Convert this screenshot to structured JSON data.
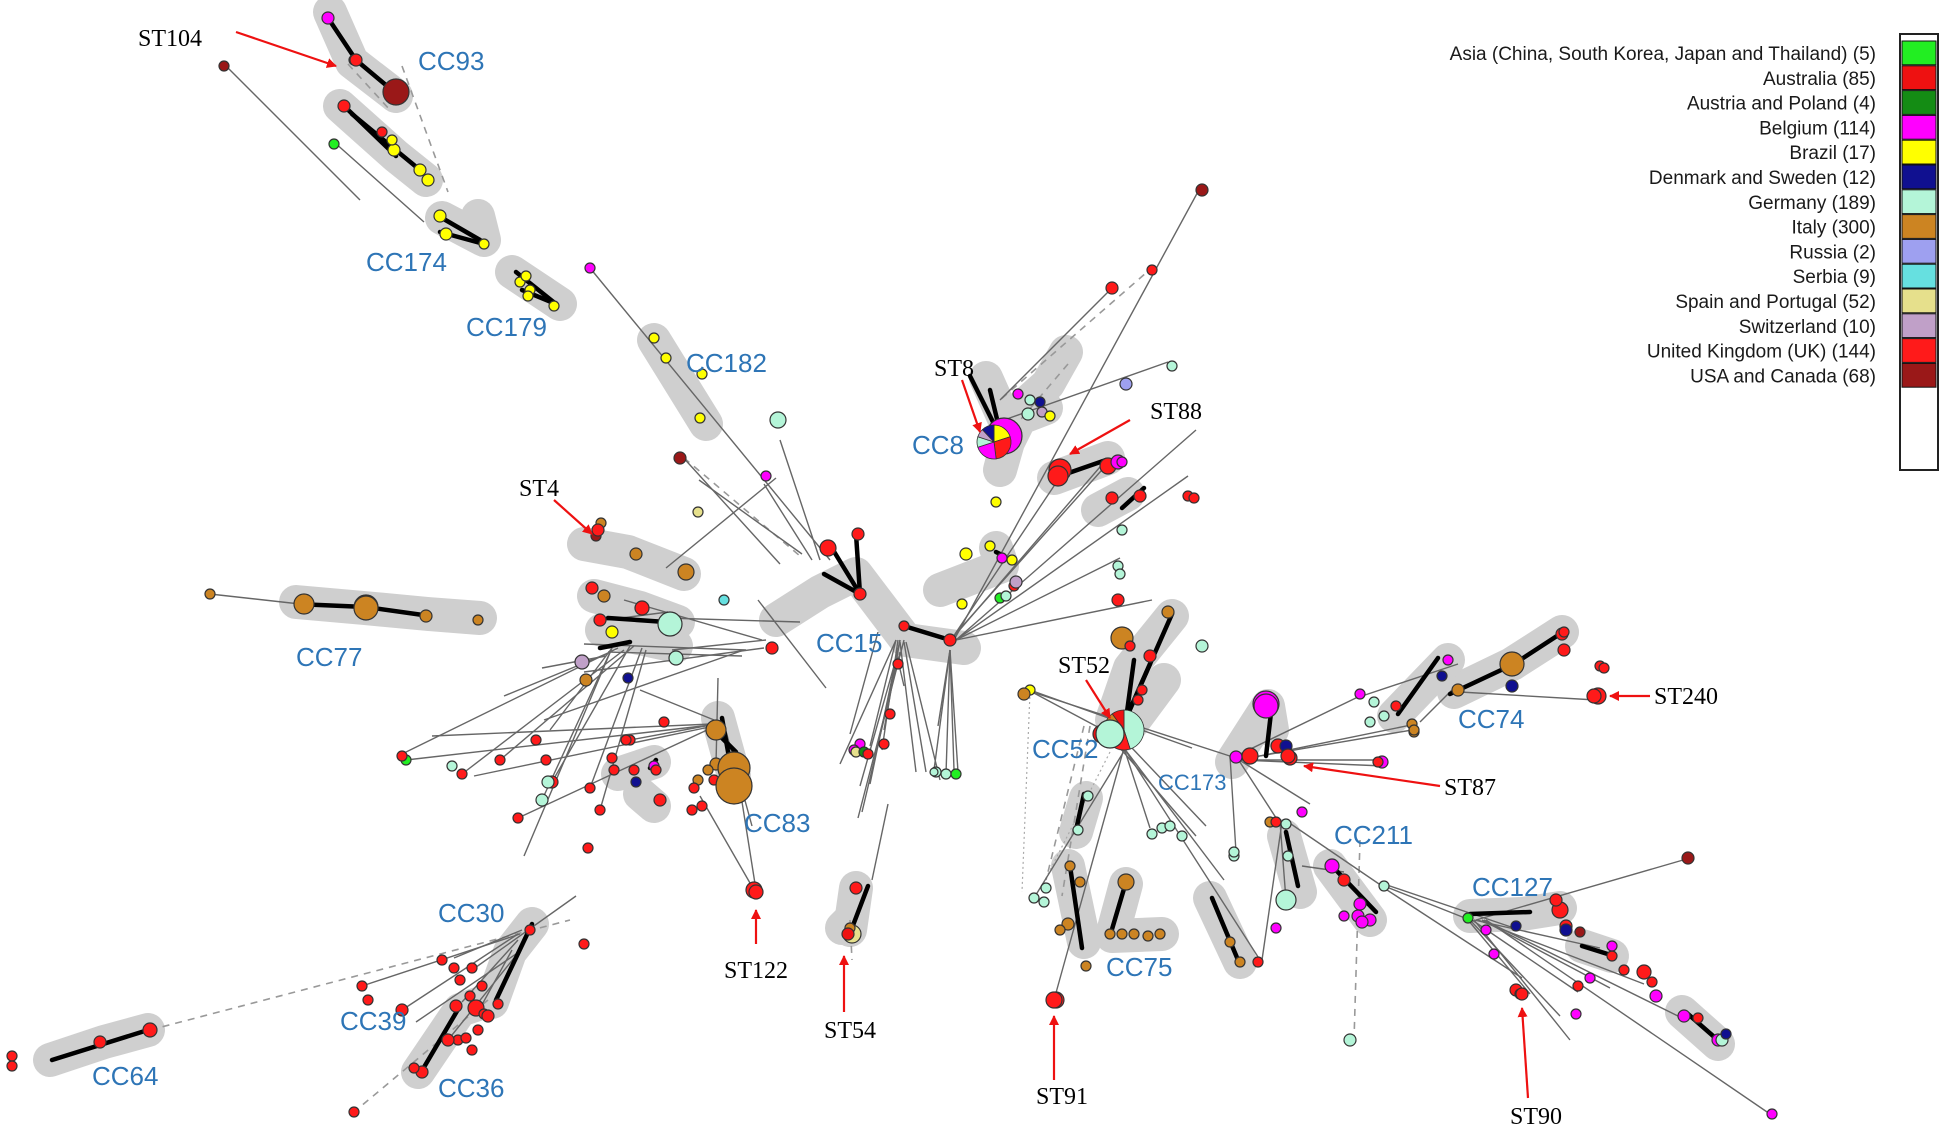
{
  "legend": [
    {
      "label": "Asia (China, South Korea, Japan and Thailand)",
      "count": "(5)",
      "color": "#22ee22"
    },
    {
      "label": "Australia",
      "count": "(85)",
      "color": "#ee1111"
    },
    {
      "label": "Austria and Poland",
      "count": "(4)",
      "color": "#148c14"
    },
    {
      "label": "Belgium",
      "count": "(114)",
      "color": "#ff00ff"
    },
    {
      "label": "Brazil",
      "count": "(17)",
      "color": "#ffff00"
    },
    {
      "label": "Denmark and Sweden",
      "count": "(12)",
      "color": "#101090"
    },
    {
      "label": "Germany",
      "count": "(189)",
      "color": "#b4f5d8"
    },
    {
      "label": "Italy",
      "count": "(300)",
      "color": "#cc8422"
    },
    {
      "label": "Russia",
      "count": "(2)",
      "color": "#9ea0f0"
    },
    {
      "label": "Serbia",
      "count": "(9)",
      "color": "#66e0e0"
    },
    {
      "label": "Spain and Portugal",
      "count": "(52)",
      "color": "#e6e08c"
    },
    {
      "label": "Switzerland",
      "count": "(10)",
      "color": "#c0a0c8"
    },
    {
      "label": "United Kingdom (UK)",
      "count": "(144)",
      "color": "#ff1a1a"
    },
    {
      "label": "USA and Canada",
      "count": "(68)",
      "color": "#9a1818"
    }
  ],
  "clonal_complexes": {
    "cc93": "CC93",
    "cc174": "CC174",
    "cc179": "CC179",
    "cc182": "CC182",
    "cc8": "CC8",
    "cc77": "CC77",
    "cc15": "CC15",
    "cc83": "CC83",
    "cc52": "CC52",
    "cc173": "CC173",
    "cc74": "CC74",
    "cc211": "CC211",
    "cc127": "CC127",
    "cc75": "CC75",
    "cc30": "CC30",
    "cc39": "CC39",
    "cc36": "CC36",
    "cc64": "CC64"
  },
  "sequence_types": {
    "st104": "ST104",
    "st8": "ST8",
    "st88": "ST88",
    "st4": "ST4",
    "st52": "ST52",
    "st240": "ST240",
    "st87": "ST87",
    "st122": "ST122",
    "st54": "ST54",
    "st91": "ST91",
    "st90": "ST90"
  }
}
